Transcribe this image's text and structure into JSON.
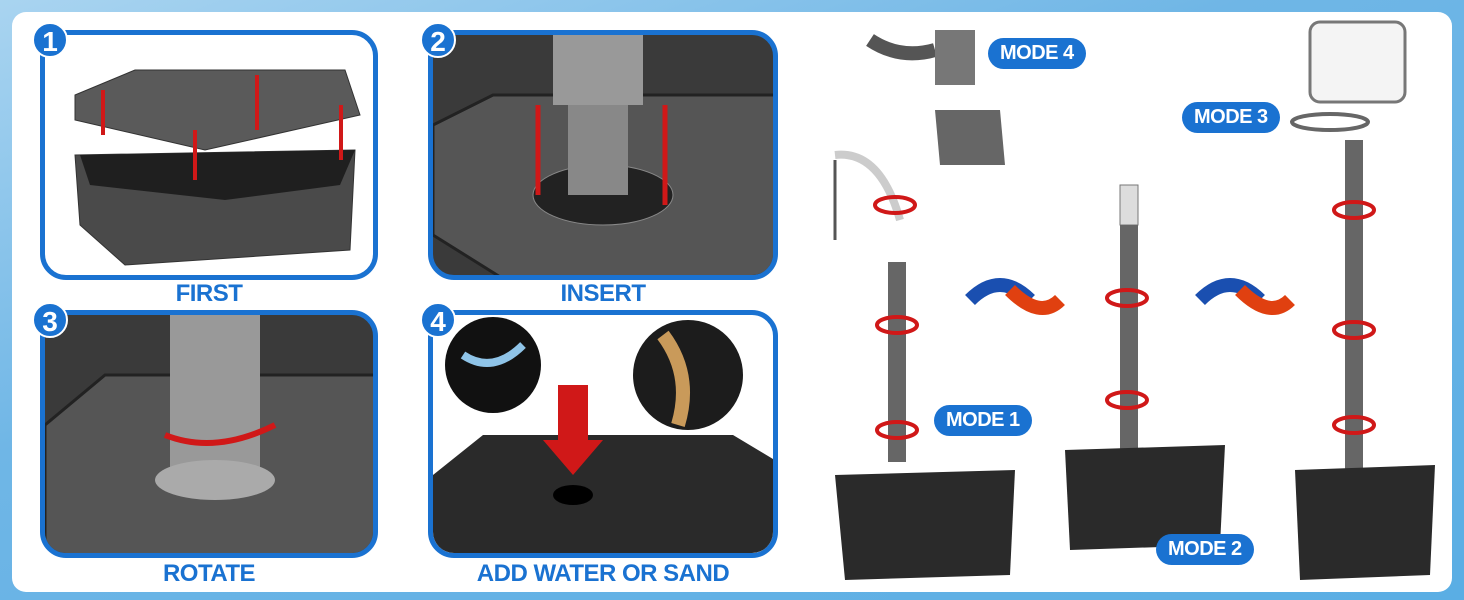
{
  "steps": [
    {
      "number": "1",
      "label": "FIRST"
    },
    {
      "number": "2",
      "label": "INSERT"
    },
    {
      "number": "3",
      "label": "ROTATE"
    },
    {
      "number": "4",
      "label": "ADD WATER OR SAND"
    }
  ],
  "modes": {
    "mode1": "MODE 1",
    "mode2": "MODE 2",
    "mode3": "MODE 3",
    "mode4": "MODE 4"
  },
  "colors": {
    "accent": "#1a72d1",
    "arrow": "#d01818",
    "base": "#2a2a2a"
  }
}
